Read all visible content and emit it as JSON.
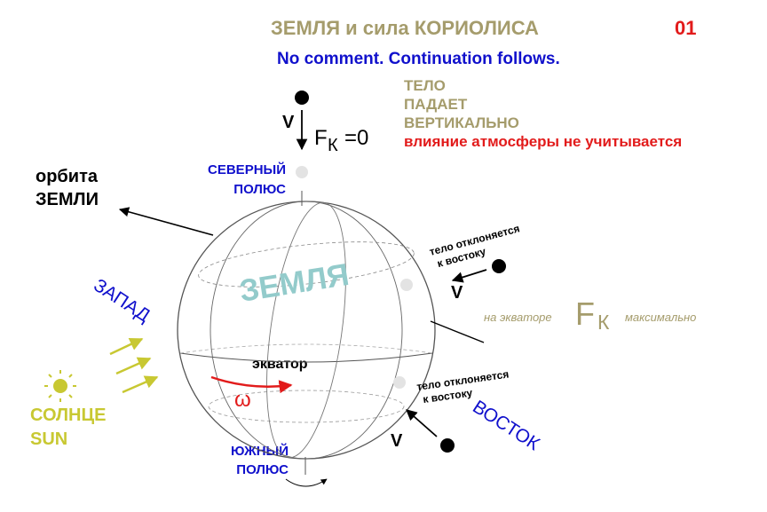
{
  "header": {
    "title": "ЗЕМЛЯ и сила КОРИОЛИСА",
    "page_number": "01",
    "subtitle": "No comment. Continuation follows."
  },
  "falling_body": {
    "line1": "ТЕЛО",
    "line2": "ПАДАЕТ",
    "line3": "ВЕРТИКАЛЬНО",
    "note": "влияние атмосферы не учитывается",
    "velocity_label": "V",
    "force_main": "F",
    "force_sub": "К",
    "force_eq": "=0"
  },
  "labels": {
    "north_pole_1": "СЕВЕРНЫЙ",
    "north_pole_2": "ПОЛЮС",
    "south_pole_1": "ЮЖНЫЙ",
    "south_pole_2": "ПОЛЮС",
    "orbit_1": "орбита",
    "orbit_2": "ЗЕМЛИ",
    "west": "ЗАПАД",
    "east": "ВОСТОК",
    "earth": "ЗЕМЛЯ",
    "equator": "экватор",
    "omega": "ω",
    "sun_1": "СОЛНЦЕ",
    "sun_2": "SUN"
  },
  "deflection_equator": {
    "line1": "тело отклоняется",
    "line2": "к востоку",
    "velocity_label": "V"
  },
  "deflection_south": {
    "line1": "тело отклоняется",
    "line2": "к востоку",
    "velocity_label": "V"
  },
  "equator_note": {
    "prefix": "на экваторе",
    "force_main": "F",
    "force_sub": "К",
    "suffix": "максимально"
  },
  "colors": {
    "olive": "#a59c6c",
    "blue": "#1010cc",
    "red": "#e21b1b",
    "sun": "#c8c832",
    "earth_label": "#93cbcb"
  }
}
